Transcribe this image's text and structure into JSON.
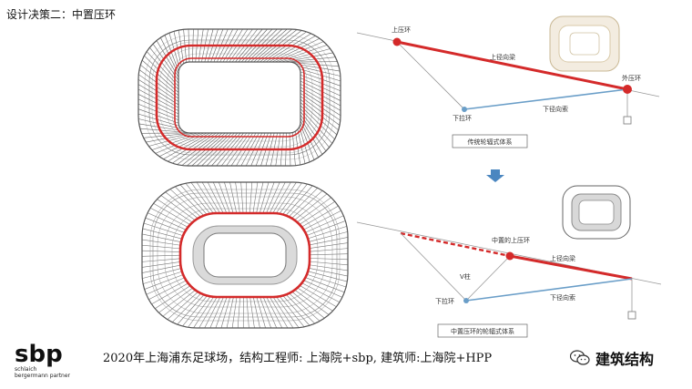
{
  "header": {
    "title": "设计决策二：中置压环"
  },
  "top_diagram": {
    "upper_ring": "上压环",
    "upper_radial_beam": "上径向梁",
    "outer_ring": "外压环",
    "lower_tension_ring": "下拉环",
    "lower_radial_cable": "下径向索",
    "system_name": "传统轮辐式体系"
  },
  "bottom_diagram": {
    "middle_upper_ring": "中置的上压环",
    "upper_radial_beam": "上径向梁",
    "v_column": "V柱",
    "lower_tension_ring": "下拉环",
    "lower_radial_cable": "下径向索",
    "system_name": "中置压环的轮辐式体系"
  },
  "caption": "2020年上海浦东足球场，结构工程师: 上海院+sbp, 建筑师:上海院+HPP",
  "logo": {
    "main": "sbp",
    "line1": "schlaich",
    "line2": "bergermann partner"
  },
  "watermark": {
    "label": "建筑结构"
  },
  "colors": {
    "red": "#d42a2a",
    "blue": "#6a9ec8",
    "grey": "#888888",
    "arrow": "#4a86c0"
  }
}
